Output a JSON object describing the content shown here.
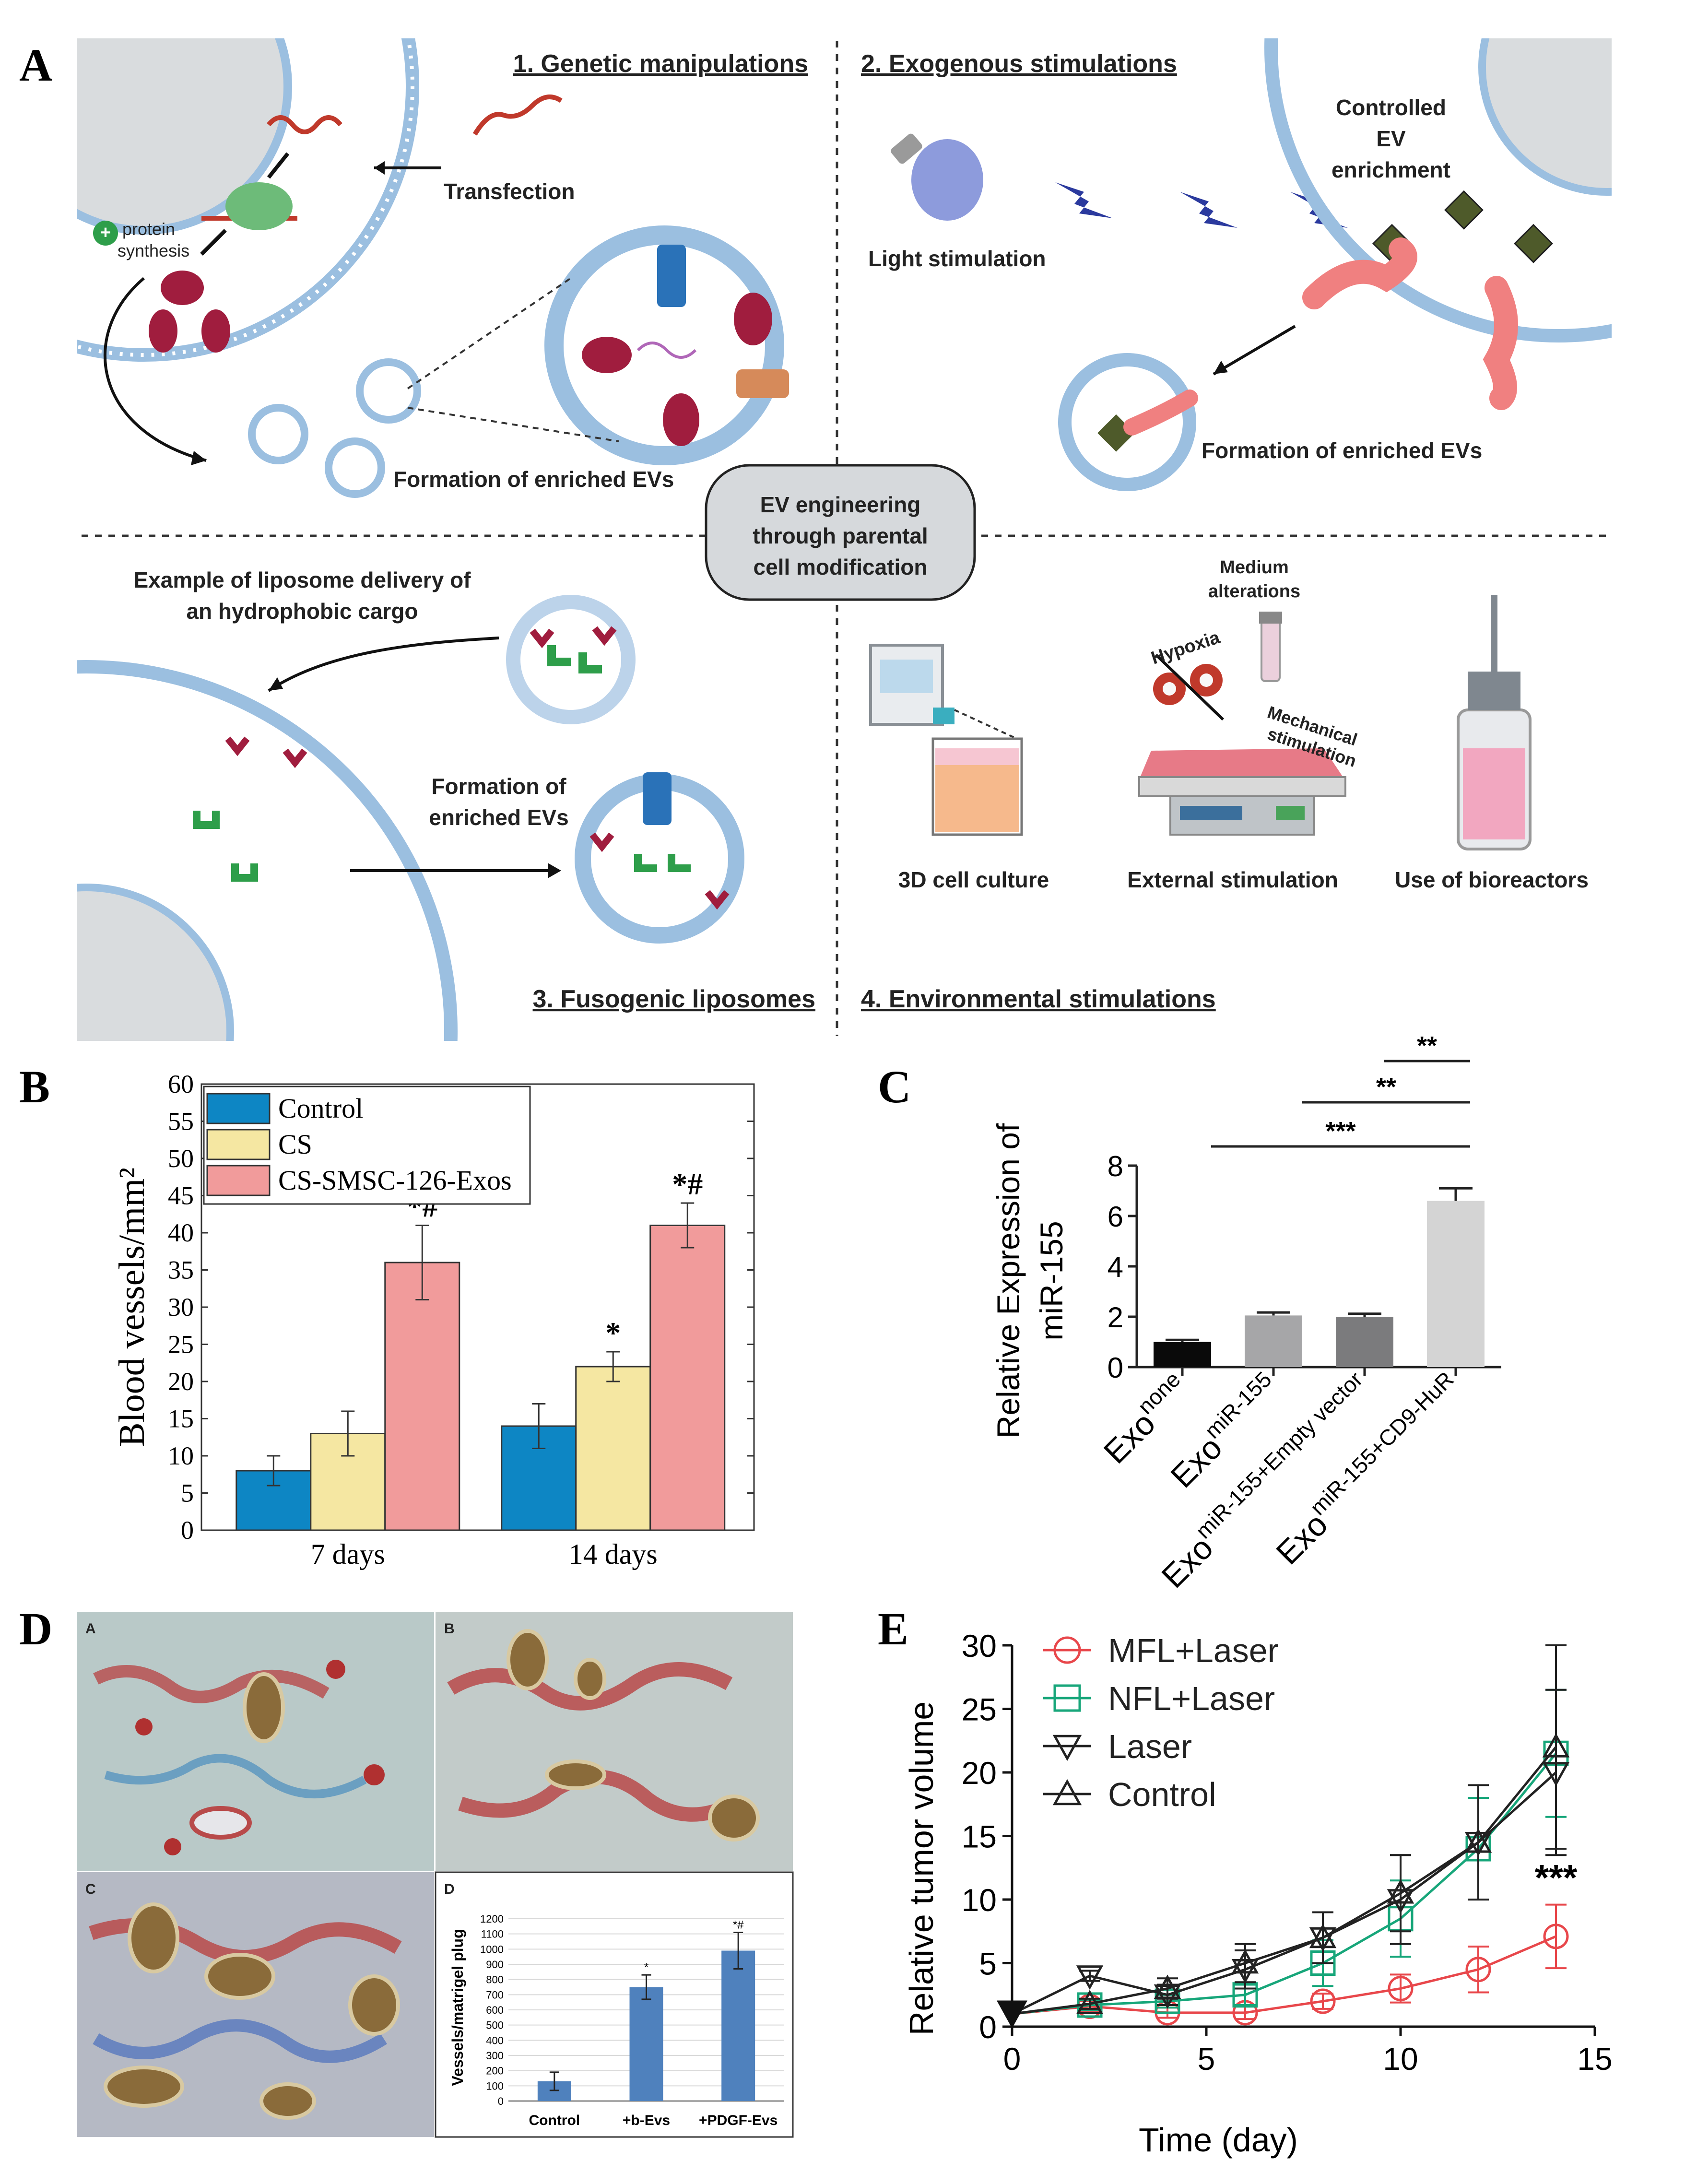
{
  "panel_letters": {
    "a": "A",
    "b": "B",
    "c": "C",
    "d": "D",
    "e": "E"
  },
  "panel_a": {
    "q1": {
      "title": "1. Genetic manipulations",
      "transfection": "Transfection",
      "protein_synthesis_1": "protein",
      "protein_synthesis_2": "synthesis",
      "formation": "Formation of enriched EVs"
    },
    "q2": {
      "title": "2. Exogenous stimulations",
      "controlled_1": "Controlled",
      "controlled_2": "EV",
      "controlled_3": "enrichment",
      "light": "Light stimulation",
      "formation": "Formation of enriched EVs"
    },
    "center": {
      "line1": "EV engineering",
      "line2": "through parental",
      "line3": "cell modification"
    },
    "q3": {
      "title": "3. Fusogenic liposomes",
      "example_1": "Example of liposome delivery of",
      "example_2": "an hydrophobic cargo",
      "formation_1": "Formation of",
      "formation_2": "enriched EVs"
    },
    "q4": {
      "title": "4. Environmental stimulations",
      "medium_1": "Medium",
      "medium_2": "alterations",
      "hypoxia": "Hypoxia",
      "mechanical_1": "Mechanical",
      "mechanical_2": "stimulation",
      "culture": "3D cell culture",
      "external": "External stimulation",
      "bioreactors": "Use of bioreactors"
    },
    "colors": {
      "membrane": "#8fb6dc",
      "protein": "#a01d3e",
      "rna": "#c0392b",
      "green": "#2e9e4a",
      "cell": "#d9dcde"
    }
  },
  "chart_data": [
    {
      "id": "B",
      "type": "bar",
      "ylabel": "Blood vessels/mm²",
      "categories": [
        "7 days",
        "14 days"
      ],
      "ylim": [
        0,
        60
      ],
      "yticks": [
        0,
        5,
        10,
        15,
        20,
        25,
        30,
        35,
        40,
        45,
        50,
        55,
        60
      ],
      "series": [
        {
          "name": "Control",
          "color": "#0d86c4",
          "values": [
            8,
            14
          ],
          "errors": [
            2,
            3
          ],
          "marks": [
            "",
            ""
          ]
        },
        {
          "name": "CS",
          "color": "#f5e7a2",
          "values": [
            13,
            22
          ],
          "errors": [
            3,
            2
          ],
          "marks": [
            "",
            "*"
          ]
        },
        {
          "name": "CS-SMSC-126-Exos",
          "color": "#f19b9b",
          "values": [
            36,
            41
          ],
          "errors": [
            5,
            3
          ],
          "marks": [
            "*#",
            "*#"
          ]
        }
      ]
    },
    {
      "id": "C",
      "type": "bar",
      "ylabel_1": "Relative Expression  of",
      "ylabel_2": "miR-155",
      "ylim": [
        0,
        8
      ],
      "yticks": [
        0,
        2,
        4,
        6,
        8
      ],
      "categories": [
        {
          "base": "Exo",
          "sup": "none"
        },
        {
          "base": "Exo",
          "sup": "miR-155"
        },
        {
          "base": "Exo",
          "sup": "miR-155+Empty vector"
        },
        {
          "base": "Exo",
          "sup": "miR-155+CD9-HuR"
        }
      ],
      "values": [
        1.0,
        2.05,
        2.0,
        6.6
      ],
      "errors": [
        0.08,
        0.12,
        0.12,
        0.5
      ],
      "colors": [
        "#0a0a0a",
        "#a6a6a8",
        "#7b7b7d",
        "#d4d4d4"
      ],
      "significance": [
        {
          "from": 2,
          "to": 3,
          "label": "**"
        },
        {
          "from": 1,
          "to": 3,
          "label": "**"
        },
        {
          "from": 0,
          "to": 3,
          "label": "***"
        }
      ]
    },
    {
      "id": "D",
      "type": "bar",
      "ylabel": "Vessels/matrigel plug",
      "ylim": [
        0,
        1200
      ],
      "yticks": [
        0,
        100,
        200,
        300,
        400,
        500,
        600,
        700,
        800,
        900,
        1000,
        1100,
        1200
      ],
      "categories": [
        "Control",
        "+b-Evs",
        "+PDGF-Evs"
      ],
      "values": [
        130,
        750,
        990
      ],
      "errors": [
        60,
        80,
        120
      ],
      "marks": [
        "",
        "*",
        "*#"
      ],
      "color": "#4f81bd",
      "micrograph_labels": [
        "A",
        "B",
        "C",
        "D"
      ]
    },
    {
      "id": "E",
      "type": "line",
      "xlabel": "Time (day)",
      "ylabel": "Relative tumor volume",
      "xlim": [
        0,
        15
      ],
      "ylim": [
        0,
        30
      ],
      "xticks": [
        0,
        5,
        10,
        15
      ],
      "yticks": [
        0,
        5,
        10,
        15,
        20,
        25,
        30
      ],
      "annotation": "***",
      "series": [
        {
          "name": "MFL+Laser",
          "color": "#e8474b",
          "marker": "circle",
          "x": [
            0,
            2,
            4,
            6,
            8,
            10,
            12,
            14
          ],
          "y": [
            1,
            1.6,
            1.1,
            1.1,
            2.0,
            3.0,
            4.5,
            7.1
          ],
          "err": [
            0,
            0.4,
            0.4,
            0.5,
            0.6,
            1.1,
            1.8,
            2.5
          ]
        },
        {
          "name": "NFL+Laser",
          "color": "#17a67a",
          "marker": "square",
          "x": [
            0,
            2,
            4,
            6,
            8,
            10,
            12,
            14
          ],
          "y": [
            1,
            1.7,
            2.0,
            2.5,
            5.0,
            8.5,
            14.0,
            21.5
          ],
          "err": [
            0,
            0.4,
            0.5,
            0.8,
            1.8,
            3.0,
            4.0,
            5.0
          ]
        },
        {
          "name": "Laser",
          "color": "#222222",
          "marker": "triangle-down",
          "x": [
            0,
            2,
            4,
            6,
            8,
            10,
            12,
            14
          ],
          "y": [
            1,
            4.0,
            2.5,
            4.5,
            7.0,
            10.0,
            14.5,
            20.0
          ],
          "err": [
            0,
            0.4,
            0.8,
            1.5,
            2.0,
            3.5,
            4.5,
            6.5
          ]
        },
        {
          "name": "Control",
          "color": "#222222",
          "marker": "triangle-up",
          "x": [
            0,
            2,
            4,
            6,
            8,
            10,
            12,
            14
          ],
          "y": [
            1,
            1.8,
            3.0,
            5.0,
            7.0,
            10.5,
            14.5,
            22.0
          ],
          "err": [
            0,
            0.4,
            0.8,
            1.5,
            2.0,
            3.0,
            4.5,
            8.0
          ]
        }
      ]
    }
  ]
}
